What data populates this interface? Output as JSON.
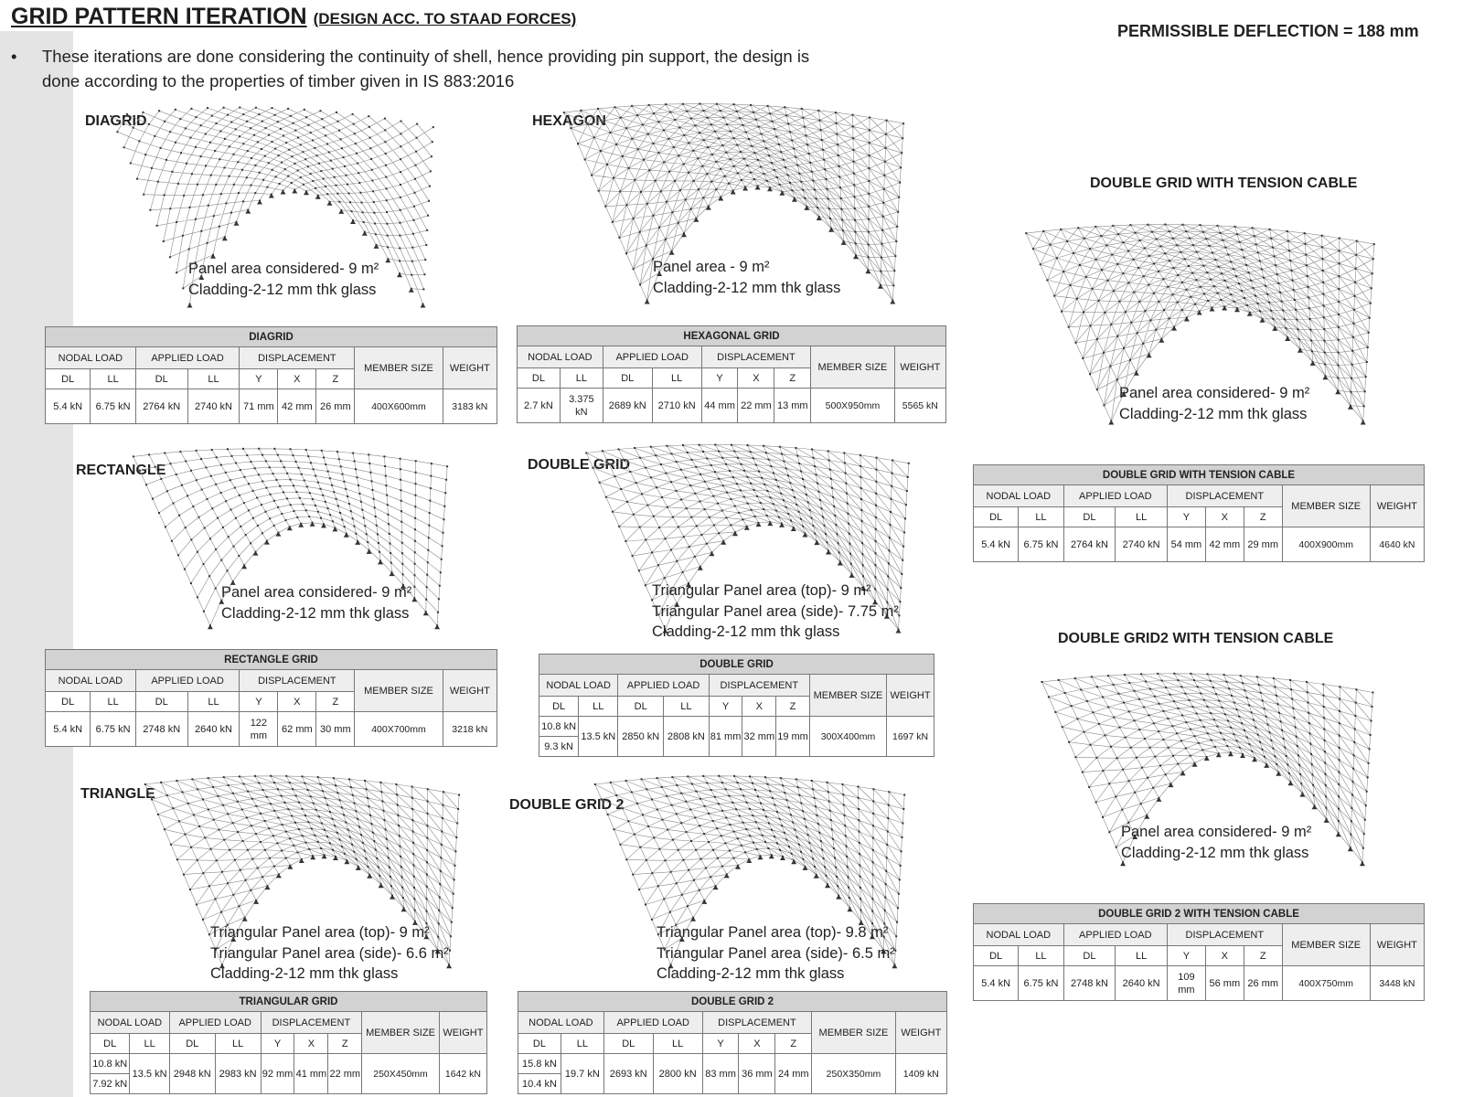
{
  "title": {
    "main": "GRID PATTERN ITERATION",
    "sub": "(DESIGN ACC. TO STAAD FORCES)"
  },
  "permissible": "PERMISSIBLE DEFLECTION = 188 mm",
  "bullet": {
    "symbol": "•",
    "text": "These iterations are done considering the continuity of shell, hence providing pin support, the design is done according to the properties of timber given in IS 883:2016"
  },
  "headers": {
    "nodal": "NODAL LOAD",
    "applied": "APPLIED LOAD",
    "displacement": "DISPLACEMENT",
    "member": "MEMBER SIZE",
    "weight": "WEIGHT",
    "dl": "DL",
    "ll": "LL",
    "y": "Y",
    "x": "X",
    "z": "Z"
  },
  "panels": {
    "diagrid": {
      "label": "DIAGRID",
      "notes": [
        "Panel area considered- 9 m²",
        "Cladding-2-12 mm thk glass"
      ],
      "table": {
        "caption": "DIAGRID",
        "nodal_dl": "5.4 kN",
        "nodal_ll": "6.75 kN",
        "applied_dl": "2764 kN",
        "applied_ll": "2740 kN",
        "y": "71 mm",
        "x": "42 mm",
        "z": "26 mm",
        "member": "400X600mm",
        "weight": "3183 kN"
      }
    },
    "hexagon": {
      "label": "HEXAGON",
      "notes": [
        "Panel area - 9 m²",
        "Cladding-2-12 mm thk glass"
      ],
      "table": {
        "caption": "HEXAGONAL GRID",
        "nodal_dl": "2.7 kN",
        "nodal_ll": "3.375 kN",
        "applied_dl": "2689 kN",
        "applied_ll": "2710 kN",
        "y": "44 mm",
        "x": "22 mm",
        "z": "13 mm",
        "member": "500X950mm",
        "weight": "5565 kN"
      }
    },
    "double_grid_tension": {
      "label": "DOUBLE GRID WITH TENSION CABLE",
      "notes": [
        "Panel area considered- 9 m²",
        "Cladding-2-12 mm thk glass"
      ],
      "table": {
        "caption": "DOUBLE GRID WITH TENSION CABLE",
        "nodal_dl": "5.4 kN",
        "nodal_ll": "6.75 kN",
        "applied_dl": "2764 kN",
        "applied_ll": "2740 kN",
        "y": "54 mm",
        "x": "42 mm",
        "z": "29 mm",
        "member": "400X900mm",
        "weight": "4640 kN"
      }
    },
    "rectangle": {
      "label": "RECTANGLE",
      "notes": [
        "Panel area considered- 9 m²",
        "Cladding-2-12 mm thk glass"
      ],
      "table": {
        "caption": "RECTANGLE GRID",
        "nodal_dl": "5.4 kN",
        "nodal_ll": "6.75 kN",
        "applied_dl": "2748 kN",
        "applied_ll": "2640 kN",
        "y": "122 mm",
        "x": "62 mm",
        "z": "30 mm",
        "member": "400X700mm",
        "weight": "3218 kN"
      }
    },
    "double_grid": {
      "label": "DOUBLE GRID",
      "notes": [
        "Triangular Panel area (top)- 9 m²",
        "Triangular Panel area (side)- 7.75 m²",
        "Cladding-2-12 mm thk glass"
      ],
      "table": {
        "caption": "DOUBLE GRID",
        "nodal_dl": "10.8 kN",
        "nodal_dl2": "9.3 kN",
        "nodal_ll": "13.5 kN",
        "applied_dl": "2850 kN",
        "applied_ll": "2808 kN",
        "y": "81 mm",
        "x": "32 mm",
        "z": "19 mm",
        "member": "300X400mm",
        "weight": "1697 kN"
      }
    },
    "double_grid2_tension": {
      "label": "DOUBLE GRID2  WITH TENSION CABLE",
      "notes": [
        "Panel area considered- 9 m²",
        "Cladding-2-12 mm thk glass"
      ],
      "table": {
        "caption": "DOUBLE GRID 2 WITH TENSION CABLE",
        "nodal_dl": "5.4 kN",
        "nodal_ll": "6.75 kN",
        "applied_dl": "2748 kN",
        "applied_ll": "2640 kN",
        "y": "109 mm",
        "x": "56 mm",
        "z": "26 mm",
        "member": "400X750mm",
        "weight": "3448 kN"
      }
    },
    "triangle": {
      "label": "TRIANGLE",
      "notes": [
        "Triangular Panel area (top)- 9 m²",
        "Triangular Panel area (side)- 6.6 m²",
        "Cladding-2-12 mm thk glass"
      ],
      "table": {
        "caption": "TRIANGULAR GRID",
        "nodal_dl": "10.8 kN",
        "nodal_dl2": "7.92 kN",
        "nodal_ll": "13.5 kN",
        "applied_dl": "2948 kN",
        "applied_ll": "2983 kN",
        "y": "92 mm",
        "x": "41 mm",
        "z": "22 mm",
        "member": "250X450mm",
        "weight": "1642 kN"
      }
    },
    "double_grid_2": {
      "label": "DOUBLE GRID 2",
      "notes": [
        "Triangular Panel area (top)- 9.8 m²",
        "Triangular Panel area (side)- 6.5 m²",
        "Cladding-2-12 mm thk glass"
      ],
      "table": {
        "caption": "DOUBLE GRID 2",
        "nodal_dl": "15.8 kN",
        "nodal_dl2": "10.4 kN",
        "nodal_ll": "19.7 kN",
        "applied_dl": "2693 kN",
        "applied_ll": "2800 kN",
        "y": "83 mm",
        "x": "36 mm",
        "z": "24 mm",
        "member": "250X350mm",
        "weight": "1409 kN"
      }
    }
  }
}
